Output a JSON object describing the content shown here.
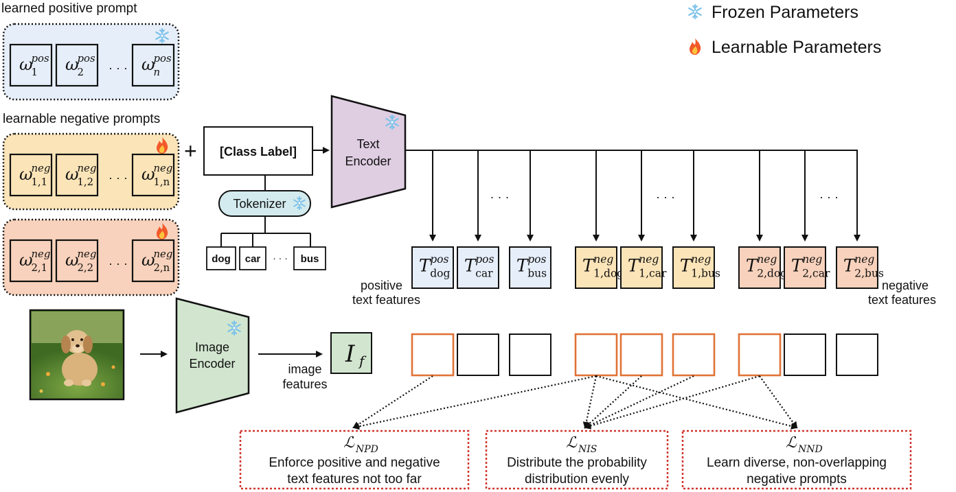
{
  "legend": {
    "frozen_label": "Frozen Parameters",
    "learnable_label": "Learnable Parameters"
  },
  "prompts": {
    "positive_title": "learned positive prompt",
    "negative_title": "learnable negative prompts",
    "positive_tokens": [
      {
        "base": "ω",
        "sup": "pos",
        "sub": "1"
      },
      {
        "base": "ω",
        "sup": "pos",
        "sub": "2"
      },
      {
        "base": "ω",
        "sup": "pos",
        "sub": "n"
      }
    ],
    "negative_1_tokens": [
      {
        "base": "ω",
        "sup": "neg",
        "sub": "1,1"
      },
      {
        "base": "ω",
        "sup": "neg",
        "sub": "1,2"
      },
      {
        "base": "ω",
        "sup": "neg",
        "sub": "1,n"
      }
    ],
    "negative_2_tokens": [
      {
        "base": "ω",
        "sup": "neg",
        "sub": "2,1"
      },
      {
        "base": "ω",
        "sup": "neg",
        "sub": "2,2"
      },
      {
        "base": "ω",
        "sup": "neg",
        "sub": "2,n"
      }
    ],
    "ellipsis": "· · ·"
  },
  "text_branch": {
    "plus_sign": "+",
    "class_label": "[Class Label]",
    "tokenizer": "Tokenizer",
    "classes": [
      "dog",
      "car",
      "bus"
    ],
    "class_ellipsis": "· · ·",
    "encoder_line1": "Text",
    "encoder_line2": "Encoder",
    "branch_ellipsis": "· · ·"
  },
  "text_features": {
    "positive_label_line1": "positive",
    "positive_label_line2": "text features",
    "negative_label_line1": "negative",
    "negative_label_line2": "text features",
    "features": [
      {
        "base": "T",
        "sup": "pos",
        "sub": "dog",
        "group": "pos"
      },
      {
        "base": "T",
        "sup": "pos",
        "sub": "car",
        "group": "pos"
      },
      {
        "base": "T",
        "sup": "pos",
        "sub": "bus",
        "group": "pos"
      },
      {
        "base": "T",
        "sup": "neg",
        "sub": "1,dog",
        "group": "neg1"
      },
      {
        "base": "T",
        "sup": "neg",
        "sub": "1,car",
        "group": "neg1"
      },
      {
        "base": "T",
        "sup": "neg",
        "sub": "1,bus",
        "group": "neg1"
      },
      {
        "base": "T",
        "sup": "neg",
        "sub": "2,dog",
        "group": "neg2"
      },
      {
        "base": "T",
        "sup": "neg",
        "sub": "2,car",
        "group": "neg2"
      },
      {
        "base": "T",
        "sup": "neg",
        "sub": "2,bus",
        "group": "neg2"
      }
    ]
  },
  "image_branch": {
    "encoder_line1": "Image",
    "encoder_line2": "Encoder",
    "features_label_line1": "image",
    "features_label_line2": "features",
    "feature_symbol": {
      "base": "I",
      "sub": "f"
    },
    "score_highlighted": [
      true,
      false,
      false,
      true,
      true,
      true,
      true,
      false,
      false
    ]
  },
  "losses": [
    {
      "symbol": "NPD",
      "line1": "Enforce positive and negative",
      "line2": "text features not too far"
    },
    {
      "symbol": "NIS",
      "line1": "Distribute the probability",
      "line2": "distribution evenly"
    },
    {
      "symbol": "NND",
      "line1": "Learn diverse, non-overlapping",
      "line2": "negative prompts"
    }
  ],
  "colors": {
    "positive_fill": "#e6eef9",
    "neg1_fill": "#fbe4b8",
    "neg2_fill": "#f8d2bc",
    "encoder_text_fill": "#dfcde2",
    "encoder_image_fill": "#d2e6cf",
    "tokenizer_fill": "#d3ebee",
    "highlight": "#e07236",
    "loss_border": "#d0342c",
    "snowflake": "#7fc3ea"
  }
}
